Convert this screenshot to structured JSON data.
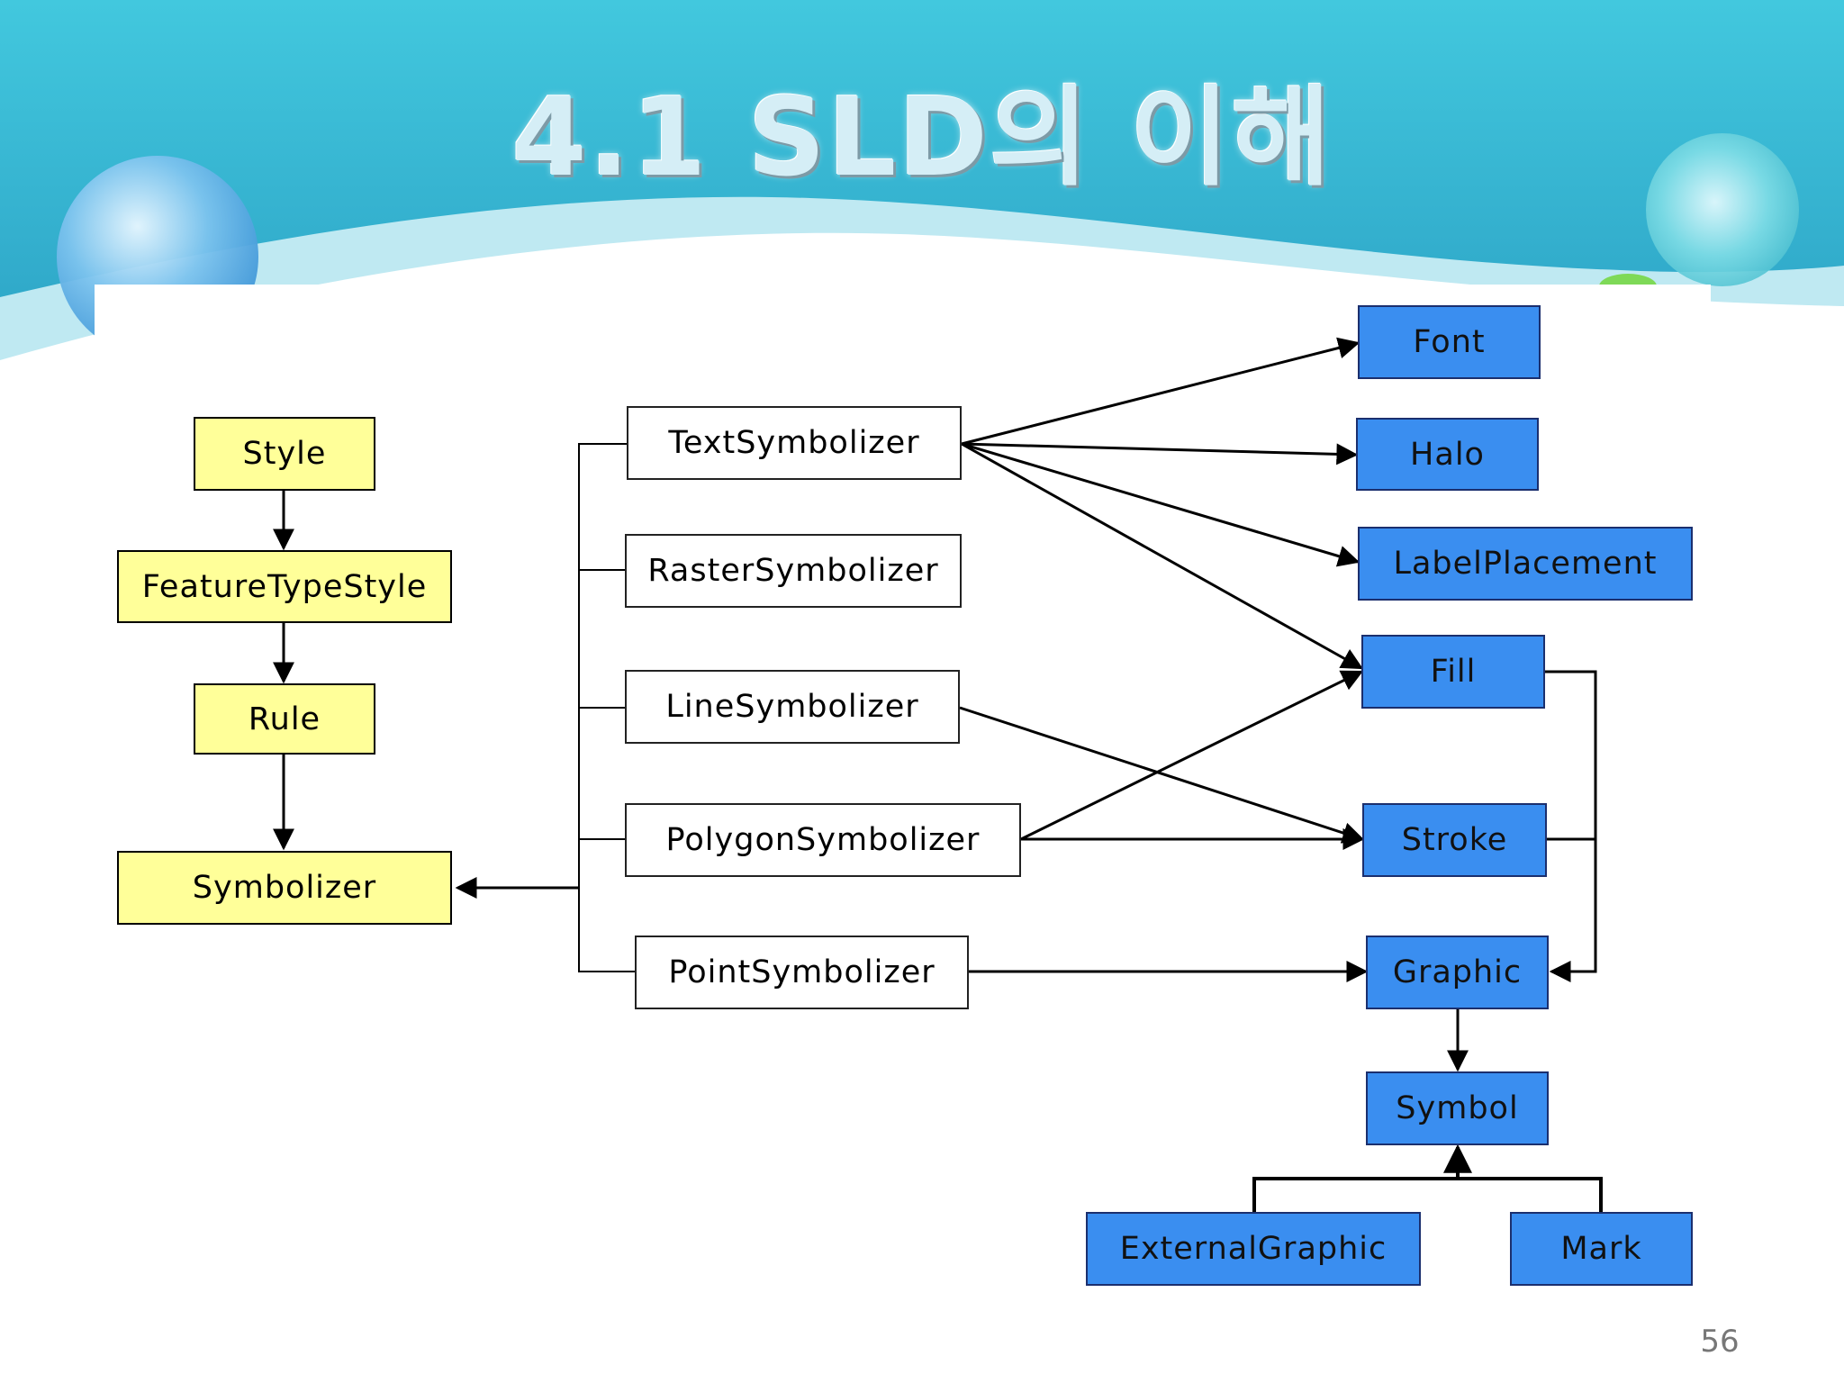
{
  "slide": {
    "title": "4.1 SLD의 이해",
    "page_number": "56"
  },
  "colors": {
    "header_dark": "#2a9fc3",
    "header_light": "#4fd0e6",
    "wave": "#bfe9f2",
    "hierarchy_fill": "#ffff99",
    "symbolizer_fill": "#ffffff",
    "property_fill": "#3a8ef0"
  },
  "diagram": {
    "hierarchy": [
      {
        "id": "style",
        "label": "Style"
      },
      {
        "id": "feature_type_style",
        "label": "FeatureTypeStyle"
      },
      {
        "id": "rule",
        "label": "Rule"
      },
      {
        "id": "symbolizer",
        "label": "Symbolizer"
      }
    ],
    "symbolizers": [
      {
        "id": "text",
        "label": "TextSymbolizer"
      },
      {
        "id": "raster",
        "label": "RasterSymbolizer"
      },
      {
        "id": "line",
        "label": "LineSymbolizer"
      },
      {
        "id": "polygon",
        "label": "PolygonSymbolizer"
      },
      {
        "id": "point",
        "label": "PointSymbolizer"
      }
    ],
    "properties": [
      {
        "id": "font",
        "label": "Font"
      },
      {
        "id": "halo",
        "label": "Halo"
      },
      {
        "id": "label_placement",
        "label": "LabelPlacement"
      },
      {
        "id": "fill",
        "label": "Fill"
      },
      {
        "id": "stroke",
        "label": "Stroke"
      },
      {
        "id": "graphic",
        "label": "Graphic"
      },
      {
        "id": "symbol",
        "label": "Symbol"
      },
      {
        "id": "external_graphic",
        "label": "ExternalGraphic"
      },
      {
        "id": "mark",
        "label": "Mark"
      }
    ],
    "edges": [
      {
        "from": "style",
        "to": "feature_type_style"
      },
      {
        "from": "feature_type_style",
        "to": "rule"
      },
      {
        "from": "rule",
        "to": "symbolizer"
      },
      {
        "from": "text",
        "to": "symbolizer"
      },
      {
        "from": "raster",
        "to": "symbolizer"
      },
      {
        "from": "line",
        "to": "symbolizer"
      },
      {
        "from": "polygon",
        "to": "symbolizer"
      },
      {
        "from": "point",
        "to": "symbolizer"
      },
      {
        "from": "text",
        "to": "font"
      },
      {
        "from": "text",
        "to": "halo"
      },
      {
        "from": "text",
        "to": "label_placement"
      },
      {
        "from": "text",
        "to": "fill"
      },
      {
        "from": "line",
        "to": "stroke"
      },
      {
        "from": "polygon",
        "to": "fill"
      },
      {
        "from": "polygon",
        "to": "stroke"
      },
      {
        "from": "point",
        "to": "graphic"
      },
      {
        "from": "fill",
        "to": "graphic"
      },
      {
        "from": "stroke",
        "to": "graphic"
      },
      {
        "from": "graphic",
        "to": "symbol"
      },
      {
        "from": "external_graphic",
        "to": "symbol"
      },
      {
        "from": "mark",
        "to": "symbol"
      }
    ]
  }
}
